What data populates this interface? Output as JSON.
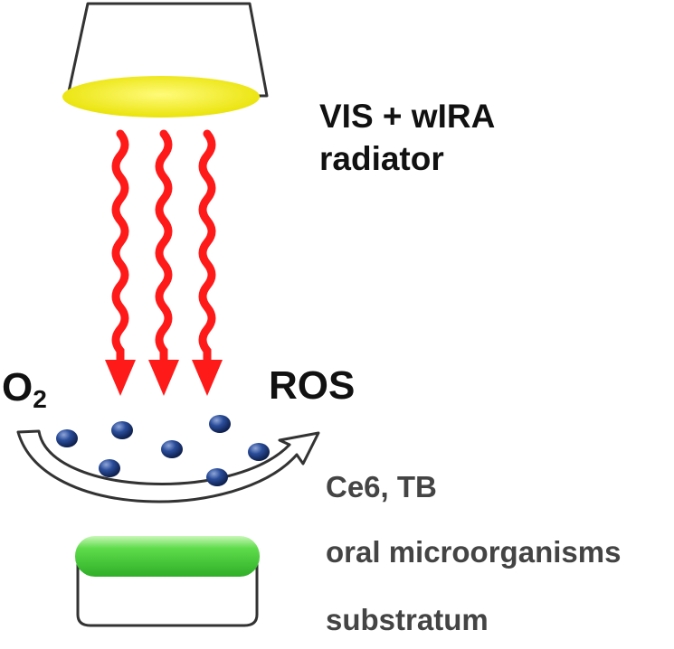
{
  "labels": {
    "radiator_line1": "VIS + wIRA",
    "radiator_line2": "radiator",
    "oxygen_base": "O",
    "oxygen_sub": "2",
    "ros": "ROS",
    "photosensitizers": "Ce6, TB",
    "microorganisms": "oral microorganisms",
    "substratum": "substratum"
  },
  "colors": {
    "lamp_lens": "#f2ee1c",
    "light_rays": "#ff1a1a",
    "molecules": "#1f3f86",
    "biofilm": "#3fcf3a",
    "outline": "#333333",
    "text_dark": "#111111",
    "text_grey": "#444444"
  },
  "icons": {
    "lamp": "lamp-shade-icon",
    "rays": "wavy-arrow-icon",
    "reaction": "curved-arrow-icon",
    "molecule": "sphere-icon"
  }
}
